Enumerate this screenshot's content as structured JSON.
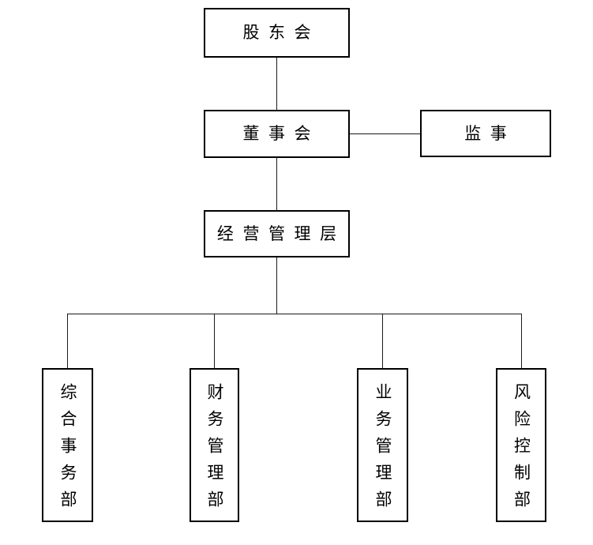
{
  "org_chart": {
    "type": "organization-chart",
    "nodes": {
      "shareholders": "股东会",
      "board": "董事会",
      "supervisors": "监事",
      "management": "经营管理层"
    },
    "departments": [
      "综合事务部",
      "财务管理部",
      "业务管理部",
      "风险控制部"
    ],
    "edges": [
      {
        "from": "股东会",
        "to": "董事会"
      },
      {
        "from": "董事会",
        "to": "监事"
      },
      {
        "from": "董事会",
        "to": "经营管理层"
      },
      {
        "from": "经营管理层",
        "to": "综合事务部"
      },
      {
        "from": "经营管理层",
        "to": "财务管理部"
      },
      {
        "from": "经营管理层",
        "to": "业务管理部"
      },
      {
        "from": "经营管理层",
        "to": "风险控制部"
      }
    ],
    "colors": {
      "background": "#ffffff",
      "box_border": "#000000",
      "connector": "#1a1a1a",
      "text": "#000000"
    }
  }
}
